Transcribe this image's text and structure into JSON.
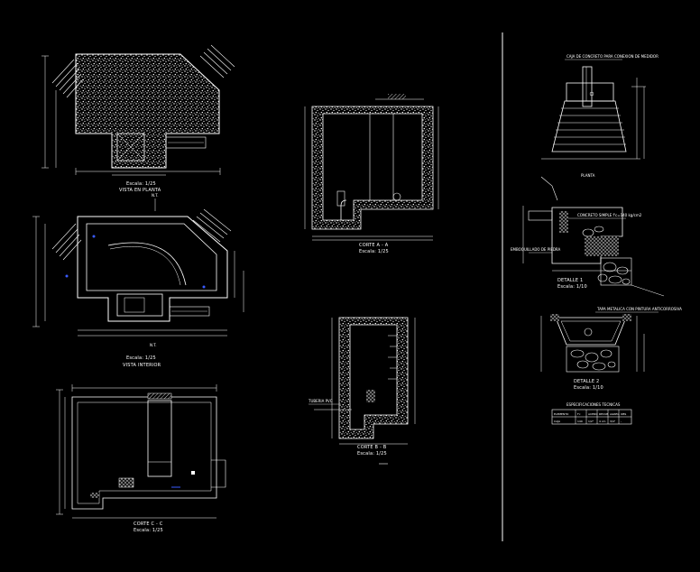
{
  "drawing": {
    "background": "#000000",
    "line_color": "#ffffff",
    "accent_color": "#3a5bff",
    "views": {
      "plan_top": {
        "title": "VISTA EN PLANTA",
        "scale": "Escala: 1/25"
      },
      "plan_middle": {
        "title": "VISTA INTERIOR",
        "scale": "Escala: 1/25"
      },
      "section_cc": {
        "title": "CORTE C - C",
        "scale": "Escala: 1/25"
      },
      "section_aa": {
        "title": "CORTE A - A",
        "scale": "Escala: 1/25"
      },
      "section_bb": {
        "title": "CORTE B - B",
        "scale": "Escala: 1/25"
      },
      "valve_box": {
        "title": "CAJA DE CONCRETO PARA CONEXION DE MEDIDOR",
        "subtitle": "PLANTA"
      },
      "detail_1": {
        "title": "DETALLE 1",
        "scale": "Escala: 1/10"
      },
      "detail_2": {
        "title": "DETALLE 2",
        "scale": "Escala: 1/10"
      }
    },
    "level_markers": [
      "N.T.",
      "N.T."
    ],
    "notes": {
      "detail_1_callout": "CONCRETO SIMPLE f'c=140 kg/cm2",
      "detail_1_side": "EMBOQUILLADO DE PIEDRA",
      "detail_2_callout": "TAPA METALICA CON PINTURA ANTICORROSIVA",
      "pipe_label": "TUBERIA PVC"
    },
    "table": {
      "title": "ESPECIFICACIONES TECNICAS",
      "headers": [
        "ELEMENTO",
        "f'c",
        "ACERO",
        "RECUB",
        "AGREG",
        "OBS"
      ],
      "row": [
        "CAJA",
        "140",
        "1/2\"",
        "4 cm",
        "3/4\"",
        "-"
      ]
    }
  }
}
